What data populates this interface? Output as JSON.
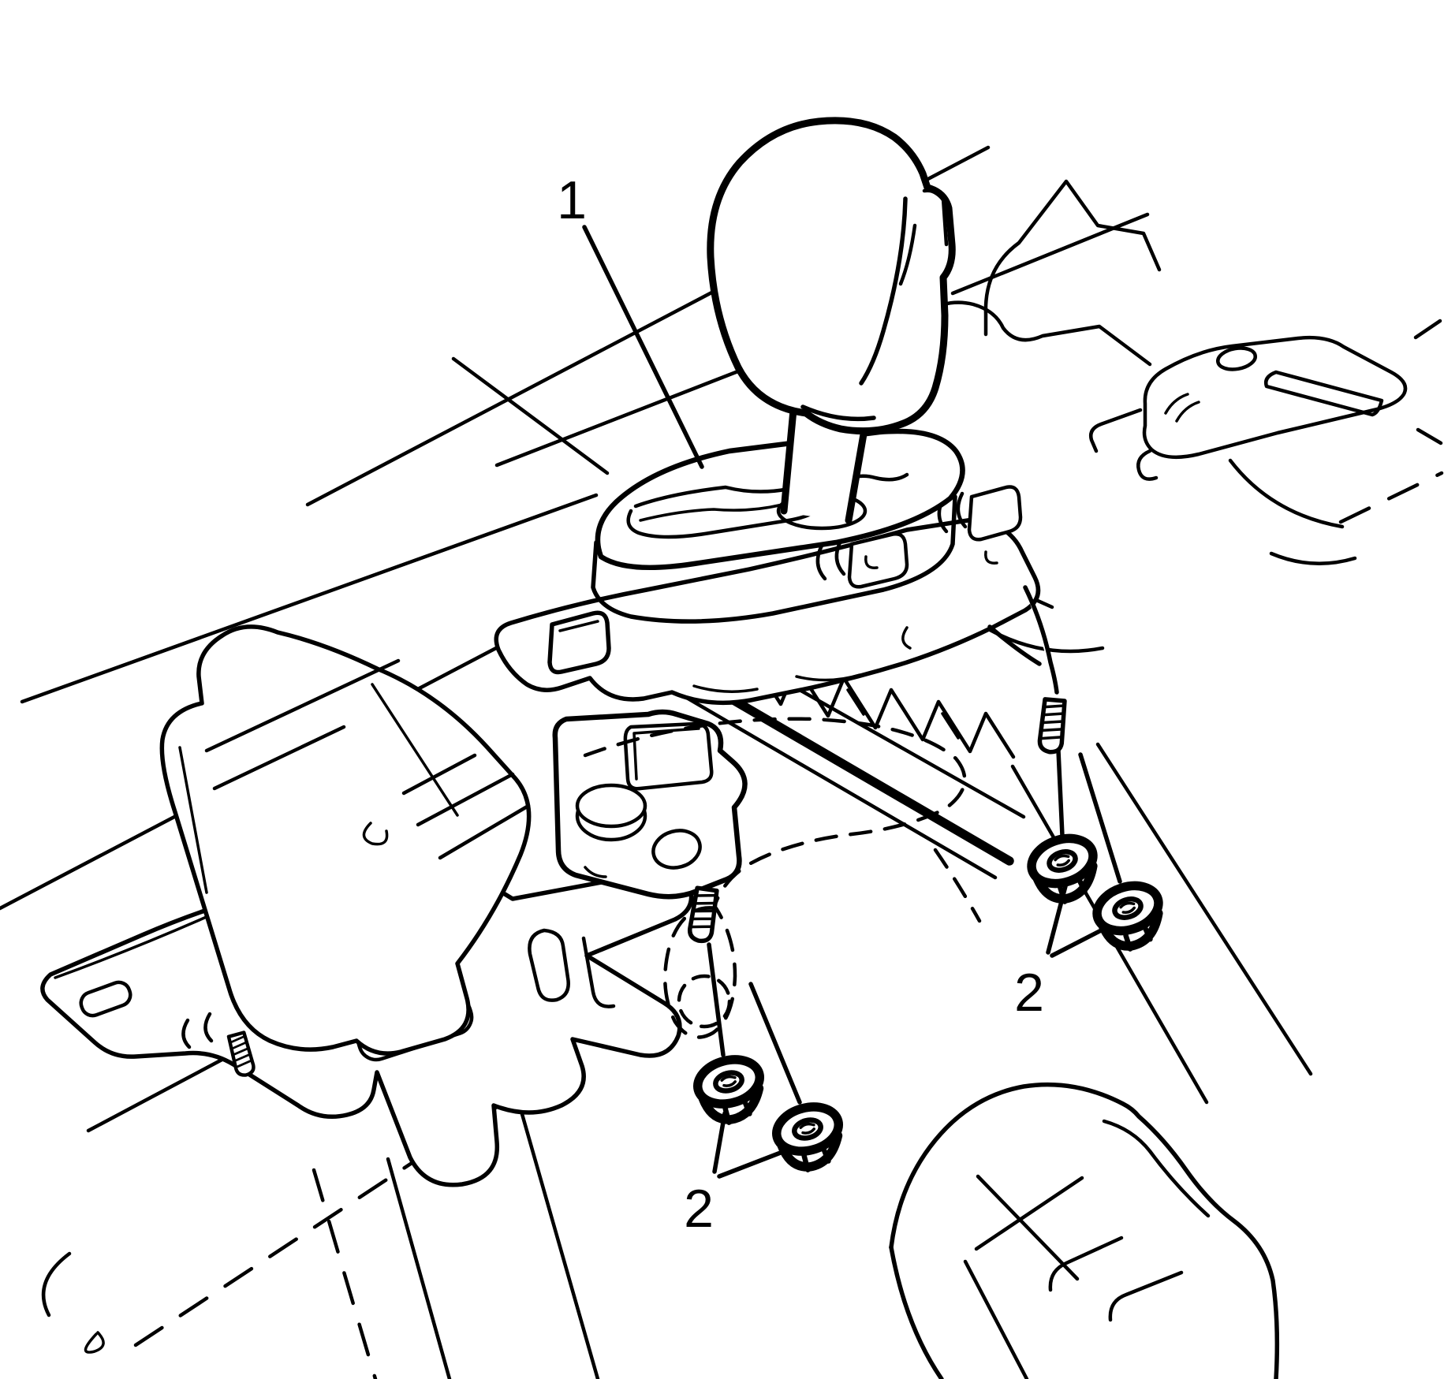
{
  "figure": {
    "kind": "technical-illustration",
    "subject": "shift-control-assembly-installation",
    "line_color": "#000000",
    "background_color": "#ffffff",
    "callouts": [
      {
        "label": "1",
        "points_to": "shift-control-assembly"
      },
      {
        "label": "2",
        "points_to": "rear-mounting-nuts"
      },
      {
        "label": "2",
        "points_to": "front-mounting-nuts"
      }
    ],
    "parts": [
      "shift-knob",
      "shift-lever",
      "shifter-top-cover",
      "shifter-housing",
      "shifter-base-plate",
      "mounting-stud",
      "flange-nut",
      "shift-cable-dashed-outline",
      "floor-pan-brackets"
    ]
  }
}
